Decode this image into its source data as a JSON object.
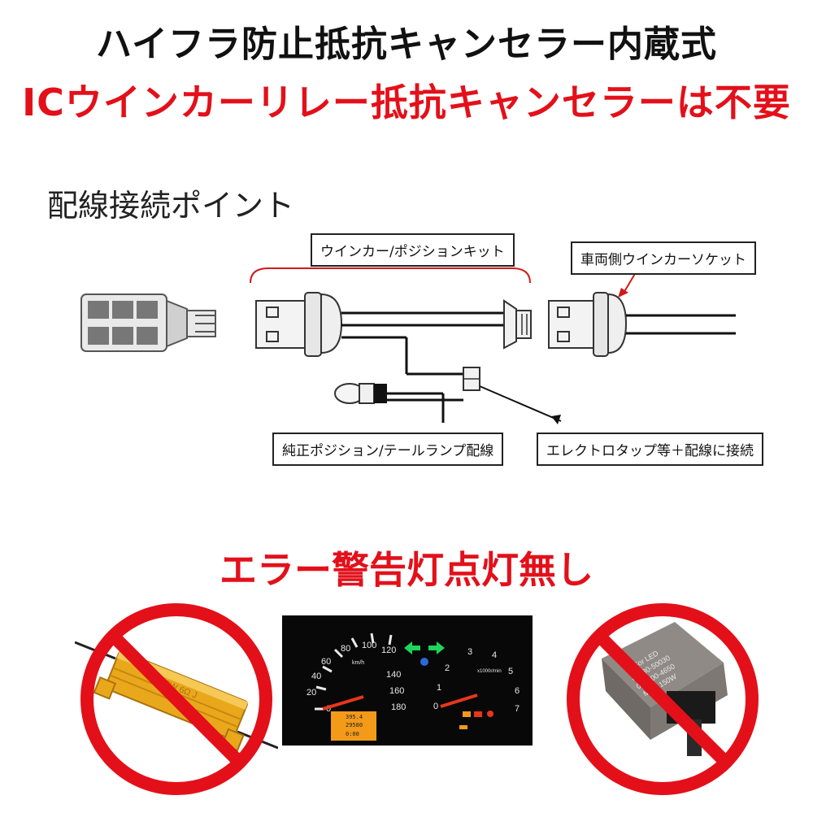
{
  "header": {
    "title": "ハイフラ防止抵抗キャンセラー内蔵式",
    "subtitle": "ICウインカーリレー抵抗キャンセラーは不要"
  },
  "wiring": {
    "heading": "配線接続ポイント",
    "labels": {
      "kit": "ウインカー/ポジションキット",
      "socket": "車両側ウインカーソケット",
      "position_wiring": "純正ポジション/テールランプ配線",
      "tap": "エレクトロタップ等＋配線に接続"
    }
  },
  "notice": {
    "heading": "エラー警告灯点灯無し"
  },
  "photos": {
    "resistor": {
      "print": "50W 6Ω J"
    },
    "relay": {
      "print": [
        "For LED",
        "81980-50030",
        "066500-4650",
        "MAX 150W"
      ]
    },
    "dashboard": {
      "scale_left": [
        "0",
        "20",
        "40",
        "60",
        "80",
        "100",
        "120",
        "140",
        "160",
        "180"
      ],
      "unit_left": "km/h",
      "scale_right": [
        "0",
        "1",
        "2",
        "3",
        "4",
        "5",
        "6",
        "7"
      ],
      "unit_right": "x1000r/min",
      "lcd_line1": "395.4",
      "lcd_line2": "29580",
      "lcd_line3": "0:00"
    }
  },
  "colors": {
    "accent_red": "#e3101a",
    "prohibit_red": "#e3101a",
    "indicator_green": "#1fd45a"
  }
}
